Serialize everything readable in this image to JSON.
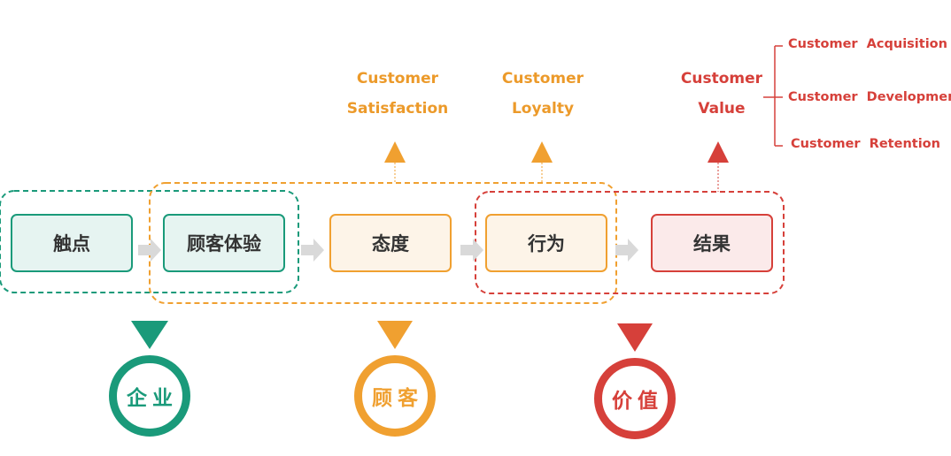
{
  "colors": {
    "teal": "#1a9a7a",
    "orange": "#f0a030",
    "red": "#d6403a",
    "arrow_gray": "#d9d9d9"
  },
  "steps": [
    {
      "label": "触点",
      "tone": "teal"
    },
    {
      "label": "顾客体验",
      "tone": "teal"
    },
    {
      "label": "态度",
      "tone": "orange"
    },
    {
      "label": "行为",
      "tone": "orange"
    },
    {
      "label": "结果",
      "tone": "red"
    }
  ],
  "outcomes": {
    "satisfaction": {
      "line1": "Customer",
      "line2": "Satisfaction"
    },
    "loyalty": {
      "line1": "Customer",
      "line2": "Loyalty"
    },
    "value": {
      "line1": "Customer",
      "line2": "Value"
    }
  },
  "value_branches": [
    "Customer  Acquisition",
    "Customer  Development",
    "Customer  Retention"
  ],
  "groups": [
    {
      "label": "企业",
      "tone": "teal"
    },
    {
      "label": "顾客",
      "tone": "orange"
    },
    {
      "label": "价值",
      "tone": "red"
    }
  ]
}
